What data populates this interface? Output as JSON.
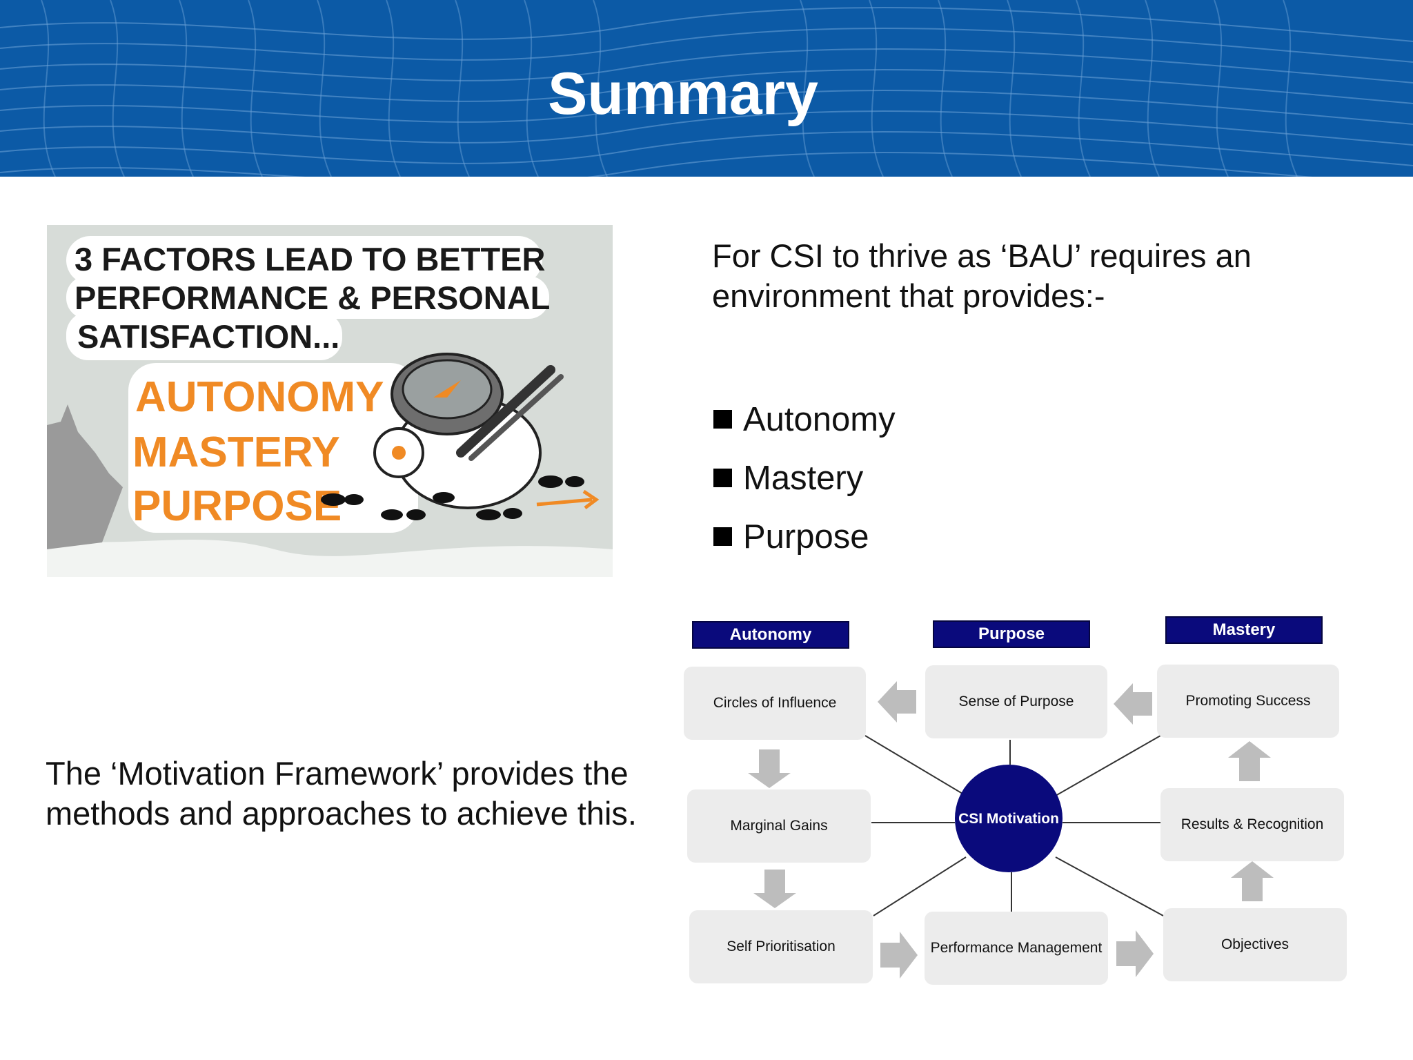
{
  "slide": {
    "title": "Summary",
    "lead_text": "For CSI to thrive as ‘BAU’ requires an environment that provides:-",
    "bullets": [
      "Autonomy",
      "Mastery",
      "Purpose"
    ],
    "framework_text": "The ‘Motivation Framework’ provides the methods and approaches to achieve this."
  },
  "sketch": {
    "caption_lines": [
      "3 FACTORS LEAD TO BETTER",
      "PERFORMANCE & PERSONAL",
      "SATISFACTION..."
    ],
    "factor_words": [
      "AUTONOMY",
      "MASTERY",
      "PURPOSE"
    ]
  },
  "diagram": {
    "headers": [
      "Autonomy",
      "Purpose",
      "Mastery"
    ],
    "center": "CSI Motivation",
    "nodes": {
      "circles_of_influence": "Circles of Influence",
      "sense_of_purpose": "Sense of Purpose",
      "promoting_success": "Promoting Success",
      "marginal_gains": "Marginal Gains",
      "results_recognition": "Results & Recognition",
      "self_prioritisation": "Self Prioritisation",
      "performance_management": "Performance Management",
      "objectives": "Objectives"
    }
  },
  "colors": {
    "banner": "#0c5aa6",
    "navy": "#0a0a7c",
    "node_fill": "#ececec",
    "arrow": "#bdbdbd",
    "sketch_orange": "#f08a24",
    "sketch_bg": "#d7dcd8"
  }
}
